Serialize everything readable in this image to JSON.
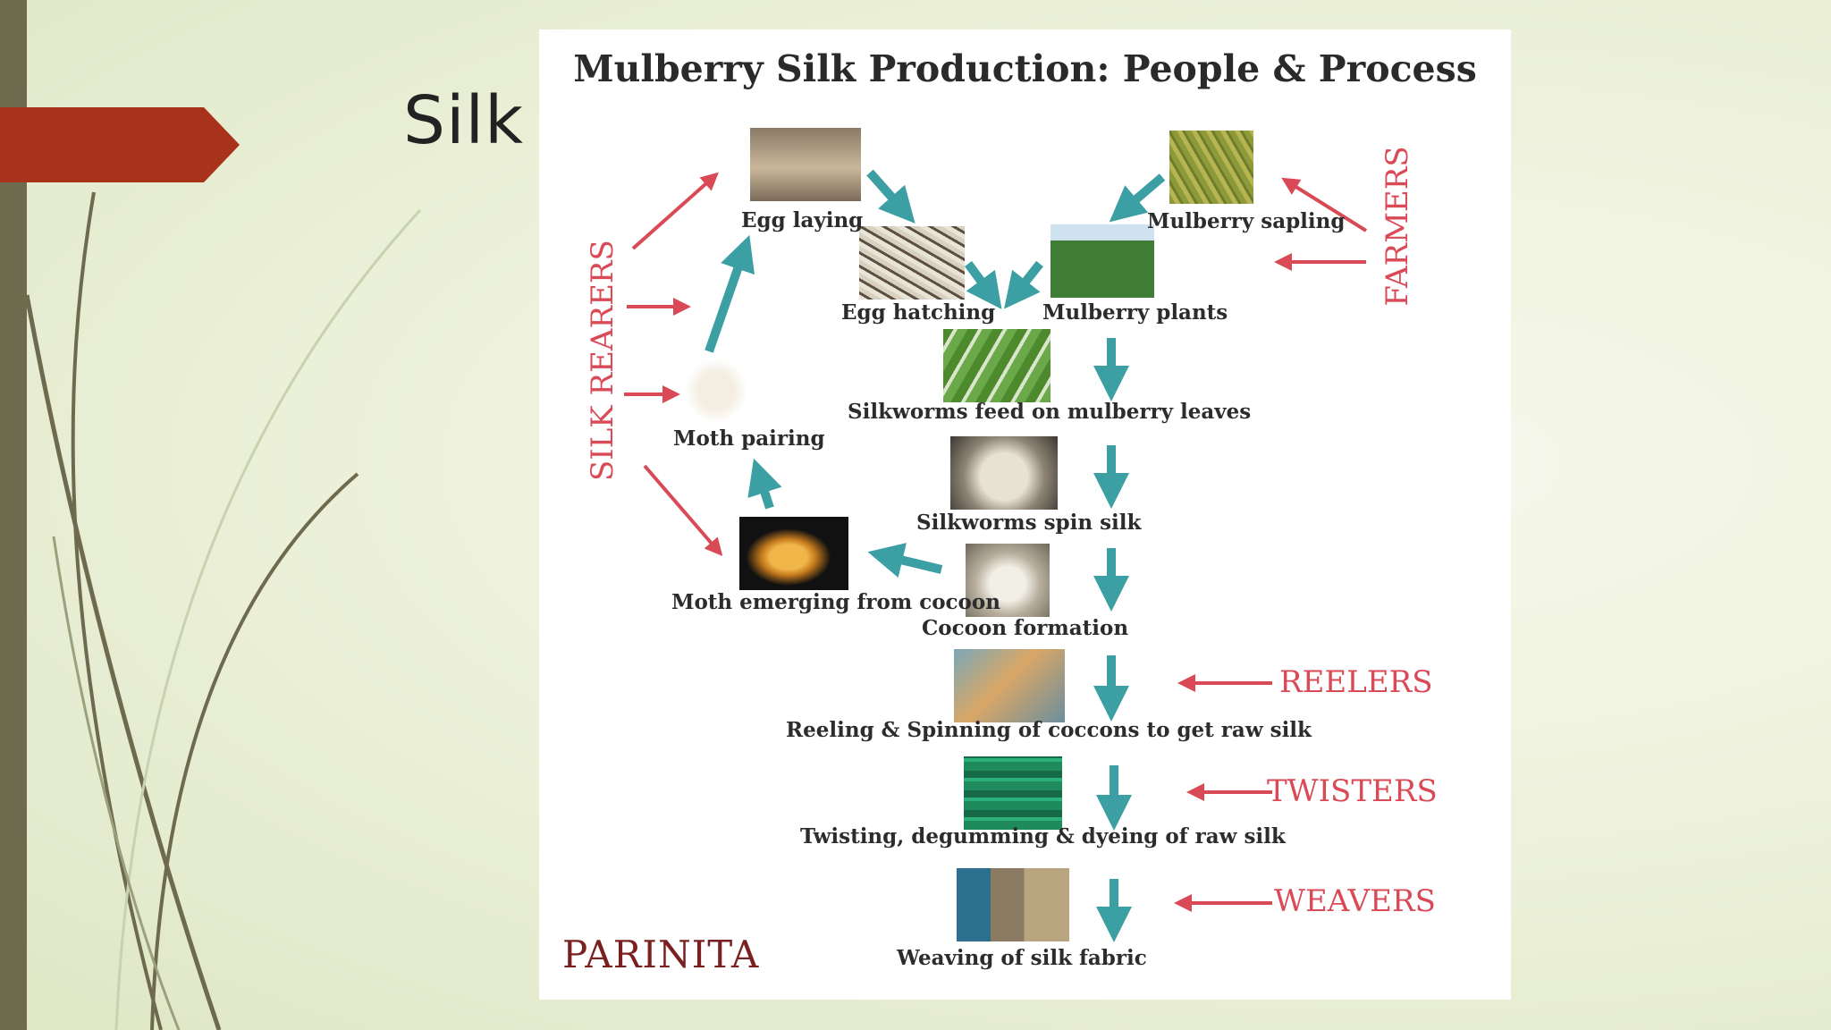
{
  "slide": {
    "title": "Silk"
  },
  "diagram": {
    "title": "Mulberry Silk Production: People & Process",
    "steps": {
      "egg_laying": "Egg laying",
      "egg_hatching": "Egg hatching",
      "mulberry_sapling": "Mulberry sapling",
      "mulberry_plants": "Mulberry plants",
      "feed": "Silkworms feed on mulberry leaves",
      "spin": "Silkworms spin silk",
      "cocoon": "Cocoon formation",
      "moth_emerging": "Moth emerging from cocoon",
      "moth_pairing": "Moth pairing",
      "reeling": "Reeling & Spinning of coccons to get raw silk",
      "twisting": "Twisting, degumming & dyeing of raw silk",
      "weaving": "Weaving of silk fabric"
    },
    "roles": {
      "rearers": "SILK REARERS",
      "farmers": "FARMERS",
      "reelers": "REELERS",
      "twisters": "TWISTERS",
      "weavers": "WEAVERS"
    },
    "logo": "PARINITA",
    "colors": {
      "teal_arrow": "#3c9fa3",
      "red_arrow": "#d94a56",
      "accent_tab": "#a8321a"
    }
  }
}
